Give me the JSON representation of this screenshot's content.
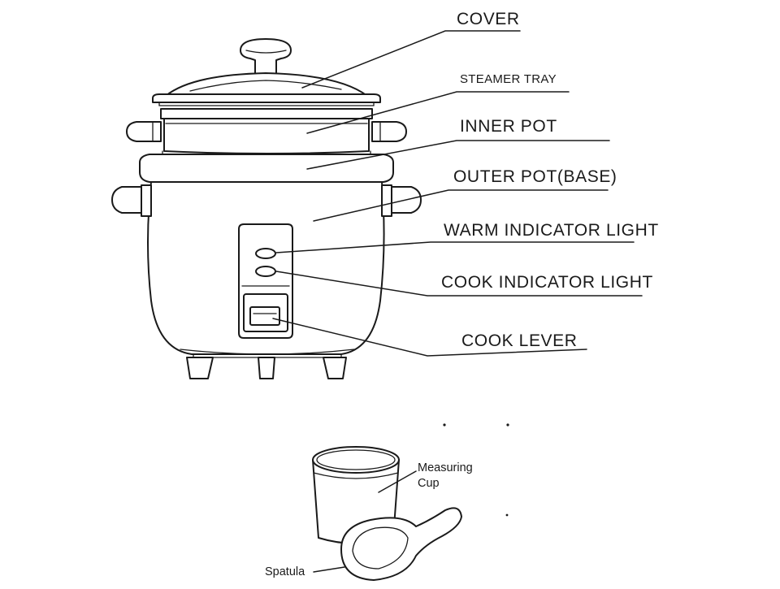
{
  "labels": {
    "cover": "COVER",
    "steamer_tray": "STEAMER TRAY",
    "inner_pot": "INNER POT",
    "outer_pot": "OUTER POT(BASE)",
    "warm_light": "WARM INDICATOR LIGHT",
    "cook_light": "COOK INDICATOR LIGHT",
    "cook_lever": "COOK LEVER",
    "measuring_cup_line1": "Measuring",
    "measuring_cup_line2": "Cup",
    "spatula": "Spatula"
  },
  "icons": {
    "rice_cooker": "rice-cooker-icon",
    "measuring_cup": "measuring-cup-icon",
    "spatula": "spatula-icon"
  },
  "colors": {
    "ink": "#1a1a1a",
    "paper": "#ffffff"
  }
}
